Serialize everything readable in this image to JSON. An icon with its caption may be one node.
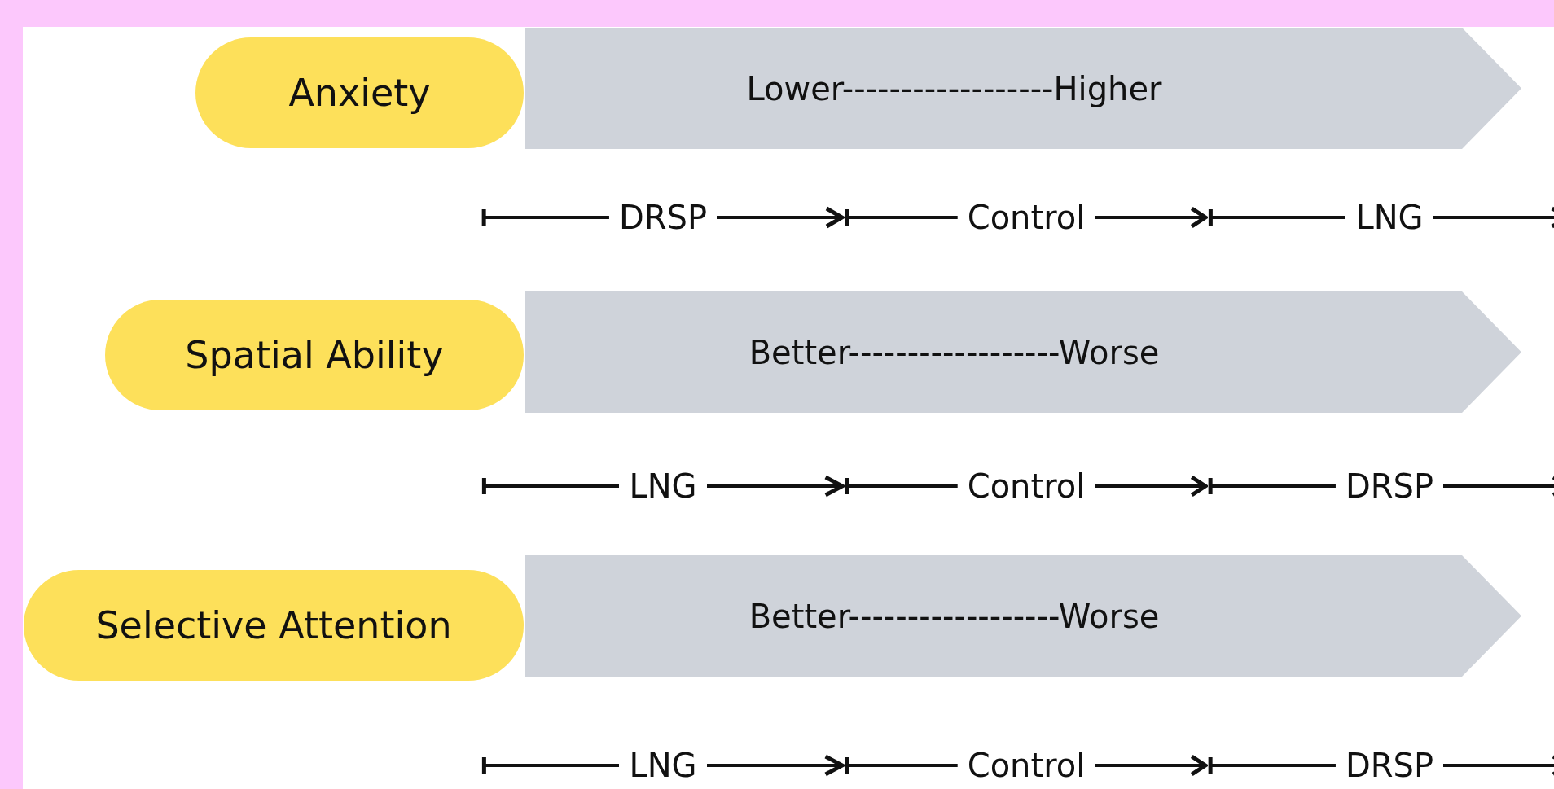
{
  "diagram": {
    "nodes": [
      {
        "text": [
          "Anxiety"
        ]
      },
      {
        "text": [
          "Lower------------------Higher"
        ]
      },
      {
        "text": [
          "Spatial Ability"
        ]
      },
      {
        "text": [
          "Better------------------Worse"
        ]
      },
      {
        "text": [
          "Selective Attention"
        ]
      },
      {
        "text": [
          "Better------------------Worse"
        ]
      }
    ],
    "labels": [
      "DRSP",
      "Control",
      "LNG",
      "LNG",
      "Control",
      "DRSP",
      "LNG",
      "Control",
      "DRSP"
    ]
  }
}
